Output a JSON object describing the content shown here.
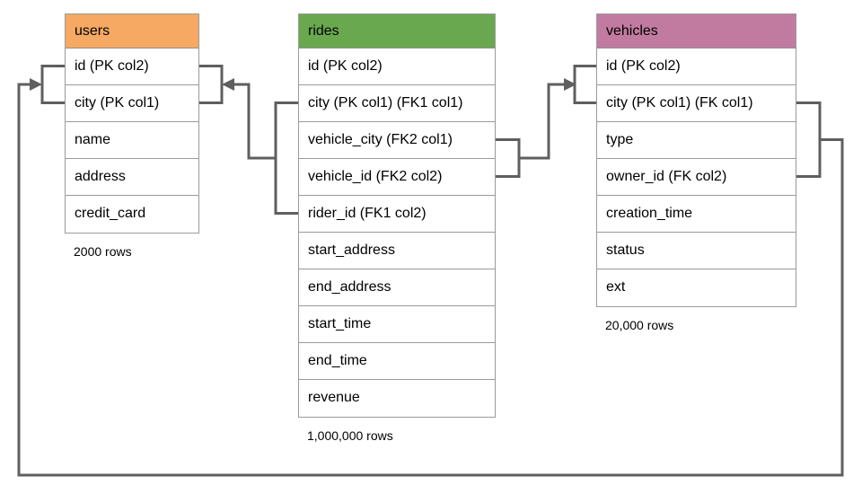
{
  "diagram": {
    "title": "database schema diagram",
    "colors": {
      "users_header": "#f5a962",
      "rides_header": "#6aa84f",
      "vehicles_header": "#c27ba0",
      "table_border": "#9a9a9a",
      "connector_line": "#5f5f5f"
    },
    "tables": {
      "users": {
        "name": "users",
        "columns": [
          "id (PK col2)",
          "city (PK col1)",
          "name",
          "address",
          "credit_card"
        ],
        "row_count": "2000 rows"
      },
      "rides": {
        "name": "rides",
        "columns": [
          "id (PK col2)",
          "city (PK col1) (FK1 col1)",
          "vehicle_city (FK2 col1)",
          "vehicle_id (FK2 col2)",
          "rider_id (FK1 col2)",
          "start_address",
          "end_address",
          "start_time",
          "end_time",
          "revenue"
        ],
        "row_count": "1,000,000 rows"
      },
      "vehicles": {
        "name": "vehicles",
        "columns": [
          "id (PK col2)",
          "city (PK col1) (FK col1)",
          "type",
          "owner_id (FK col2)",
          "creation_time",
          "status",
          "ext"
        ],
        "row_count": "20,000 rows"
      }
    },
    "relationships": [
      {
        "name": "FK1",
        "from": "rides (city, rider_id)",
        "to": "users (id, city)"
      },
      {
        "name": "FK2",
        "from": "rides (vehicle_city, vehicle_id)",
        "to": "vehicles (id, city)"
      },
      {
        "name": "FK",
        "from": "vehicles (city, owner_id)",
        "to": "users (id, city)"
      }
    ]
  }
}
